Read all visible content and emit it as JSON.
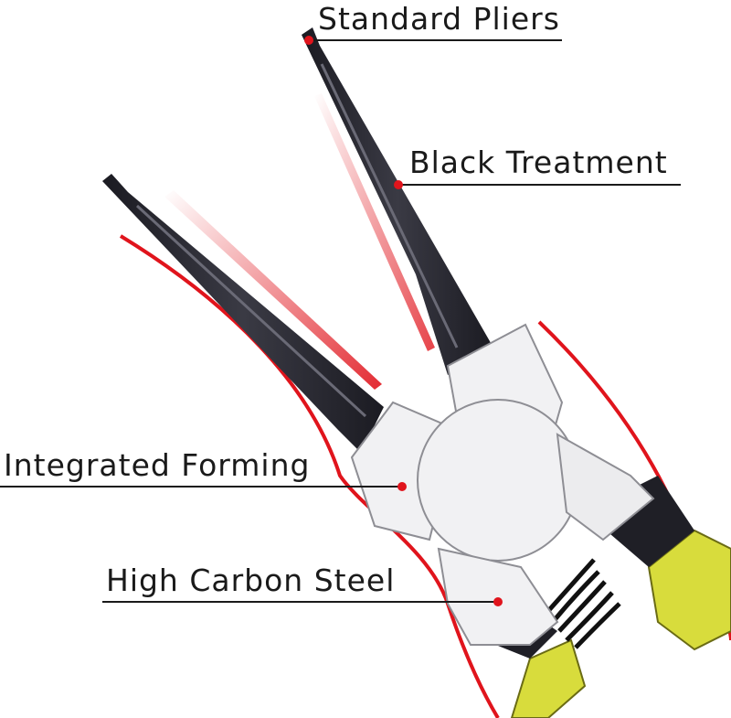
{
  "callouts": [
    {
      "id": "standard-pliers",
      "label": "Standard Pliers"
    },
    {
      "id": "black-treatment",
      "label": "Black Treatment"
    },
    {
      "id": "integrated-forming",
      "label": "Integrated Forming"
    },
    {
      "id": "high-carbon-steel",
      "label": "High Carbon Steel"
    }
  ],
  "colors": {
    "jaw": "#26262e",
    "steel": "#f1f1f3",
    "steel_edge": "#8e8e94",
    "handle": "#d8dc3c",
    "accent": "#e0141c",
    "line": "#1a1a1a",
    "background": "#ffffff"
  }
}
